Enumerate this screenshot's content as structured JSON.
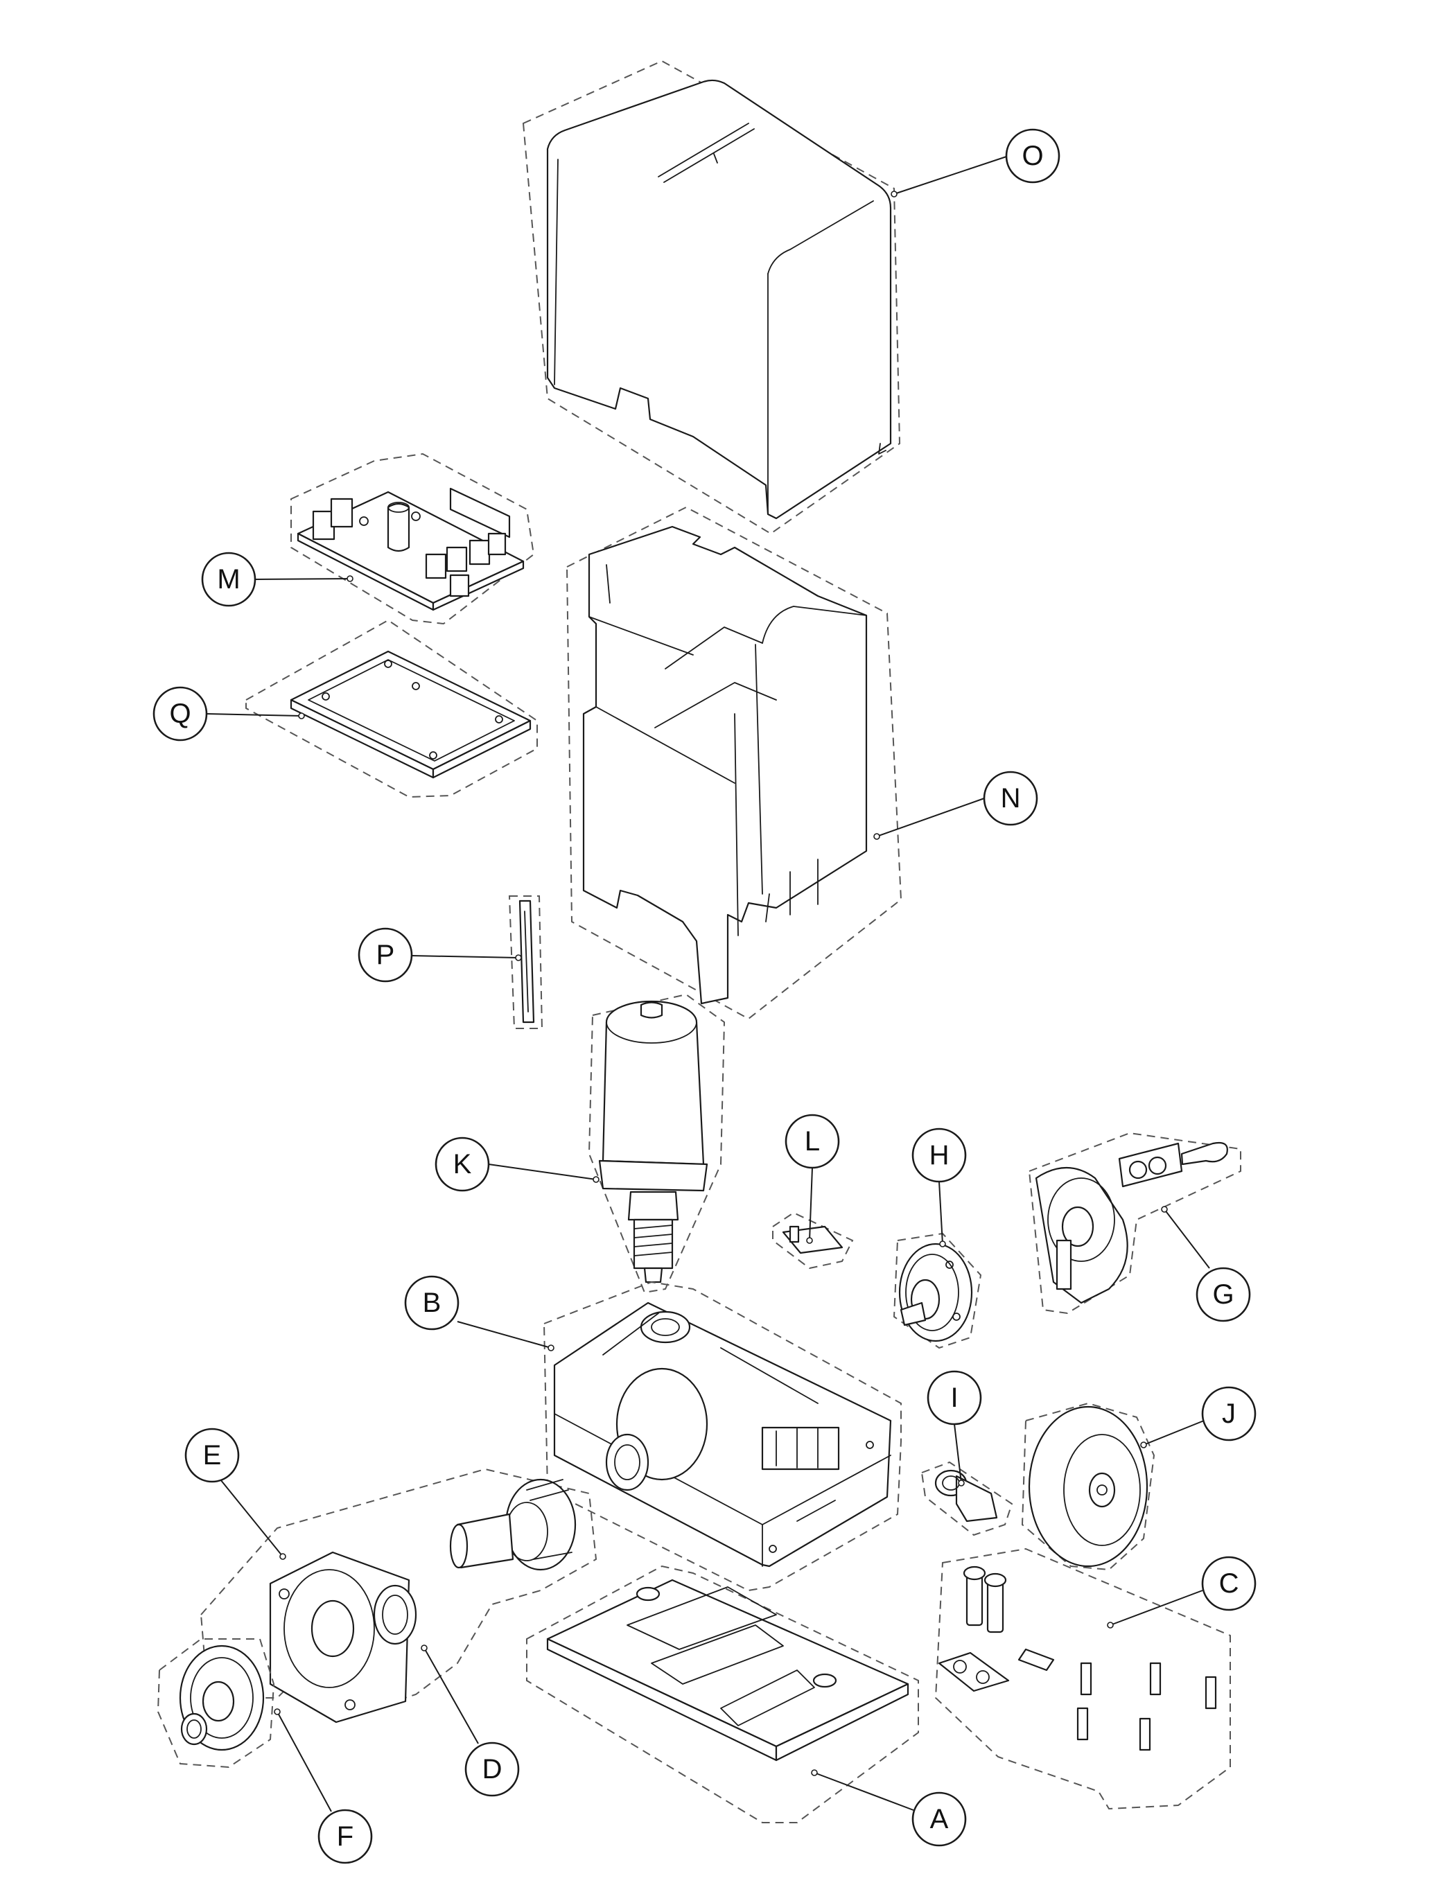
{
  "callouts": [
    {
      "id": "O",
      "label": "O"
    },
    {
      "id": "M",
      "label": "M"
    },
    {
      "id": "Q",
      "label": "Q"
    },
    {
      "id": "N",
      "label": "N"
    },
    {
      "id": "P",
      "label": "P"
    },
    {
      "id": "K",
      "label": "K"
    },
    {
      "id": "L",
      "label": "L"
    },
    {
      "id": "H",
      "label": "H"
    },
    {
      "id": "G",
      "label": "G"
    },
    {
      "id": "B",
      "label": "B"
    },
    {
      "id": "I",
      "label": "I"
    },
    {
      "id": "J",
      "label": "J"
    },
    {
      "id": "E",
      "label": "E"
    },
    {
      "id": "C",
      "label": "C"
    },
    {
      "id": "D",
      "label": "D"
    },
    {
      "id": "A",
      "label": "A"
    },
    {
      "id": "F",
      "label": "F"
    }
  ]
}
